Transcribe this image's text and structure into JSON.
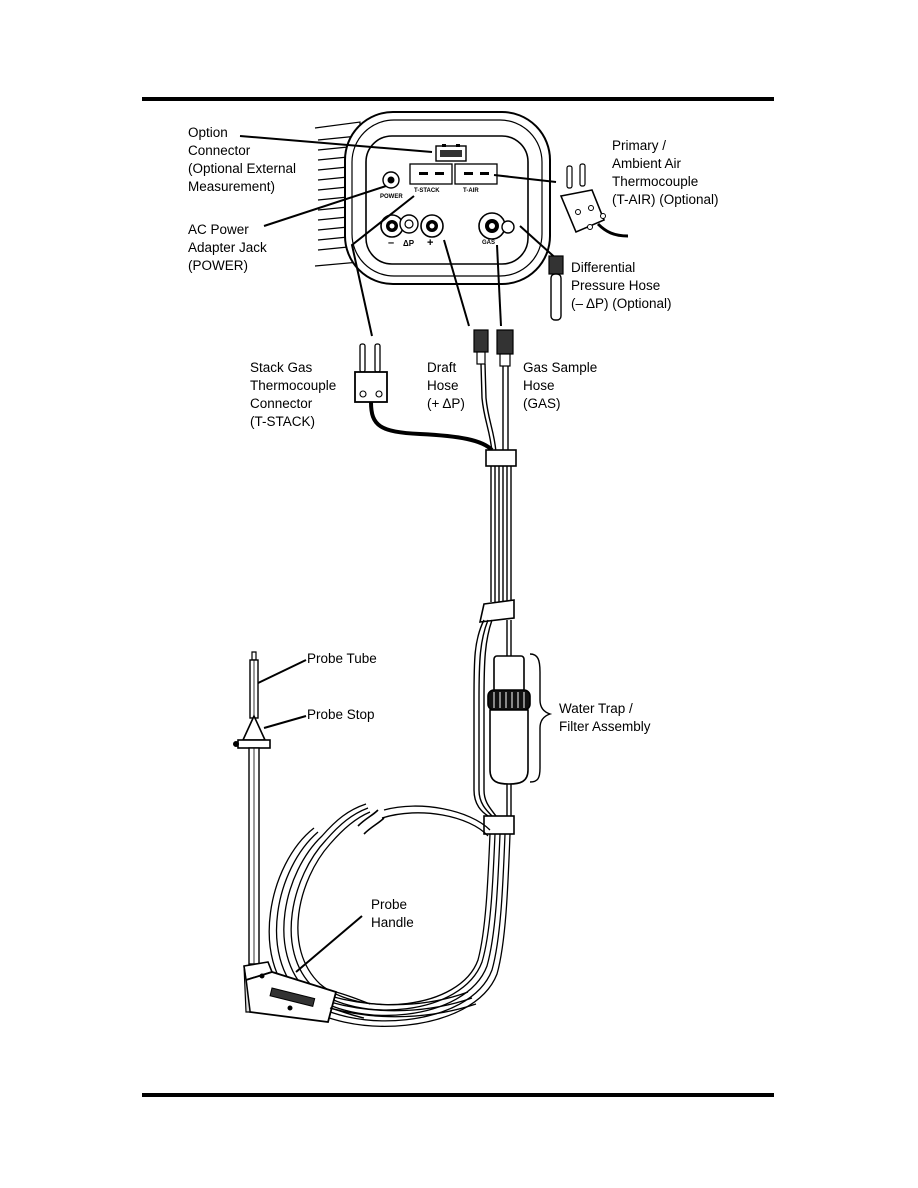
{
  "labels": {
    "option_connector": [
      "Option",
      "Connector",
      "(Optional External",
      "Measurement)"
    ],
    "ac_power": [
      "AC Power",
      "Adapter Jack",
      "(POWER)"
    ],
    "primary_air": [
      "Primary /",
      "Ambient Air",
      "Thermocouple",
      "(T-AIR) (Optional)"
    ],
    "differential": [
      "Differential",
      "Pressure Hose",
      "(– ΔP) (Optional)"
    ],
    "stack_gas": [
      "Stack Gas",
      "Thermocouple",
      "Connector",
      "(T-STACK)"
    ],
    "draft_hose": [
      "Draft",
      "Hose",
      "(+ ΔP)"
    ],
    "gas_sample": [
      "Gas Sample",
      "Hose",
      "(GAS)"
    ],
    "probe_tube": [
      "Probe Tube"
    ],
    "probe_stop": [
      "Probe Stop"
    ],
    "water_trap": [
      "Water Trap /",
      "Filter Assembly"
    ],
    "probe_handle": [
      "Probe",
      "Handle"
    ]
  },
  "panel_text": {
    "power": "POWER",
    "t_stack": "T-STACK",
    "t_air": "T-AIR",
    "gas": "GAS",
    "minus": "–",
    "delta_p": "ΔP",
    "plus": "+"
  }
}
